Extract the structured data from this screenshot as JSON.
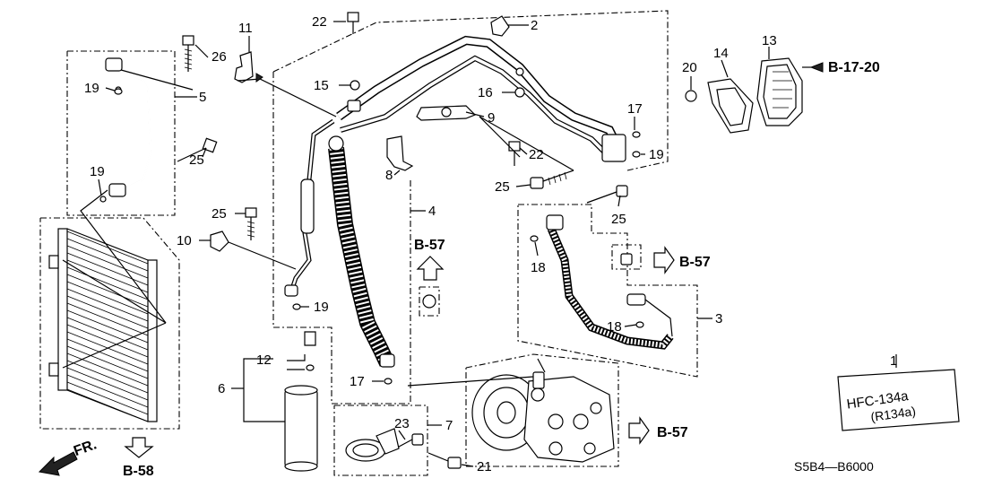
{
  "callouts": {
    "c1": "1",
    "c2": "2",
    "c3": "3",
    "c4": "4",
    "c5": "5",
    "c6": "6",
    "c7": "7",
    "c8": "8",
    "c9": "9",
    "c10": "10",
    "c11": "11",
    "c12": "12",
    "c13": "13",
    "c14": "14",
    "c15": "15",
    "c16": "16",
    "c17a": "17",
    "c17b": "17",
    "c18a": "18",
    "c18b": "18",
    "c19a": "19",
    "c19b": "19",
    "c19c": "19",
    "c19d": "19",
    "c20": "20",
    "c21": "21",
    "c22a": "22",
    "c22b": "22",
    "c23": "23",
    "c25a": "25",
    "c25b": "25",
    "c25c": "25",
    "c25d": "25",
    "c26": "26"
  },
  "references": {
    "b1720": "B-17-20",
    "b57a": "B-57",
    "b57b": "B-57",
    "b57c": "B-57",
    "b58": "B-58"
  },
  "front_label": "FR.",
  "label_plate": {
    "line1": "HFC-134a",
    "line2": "(R134a)"
  },
  "diagram_code": "S5B4—B6000"
}
